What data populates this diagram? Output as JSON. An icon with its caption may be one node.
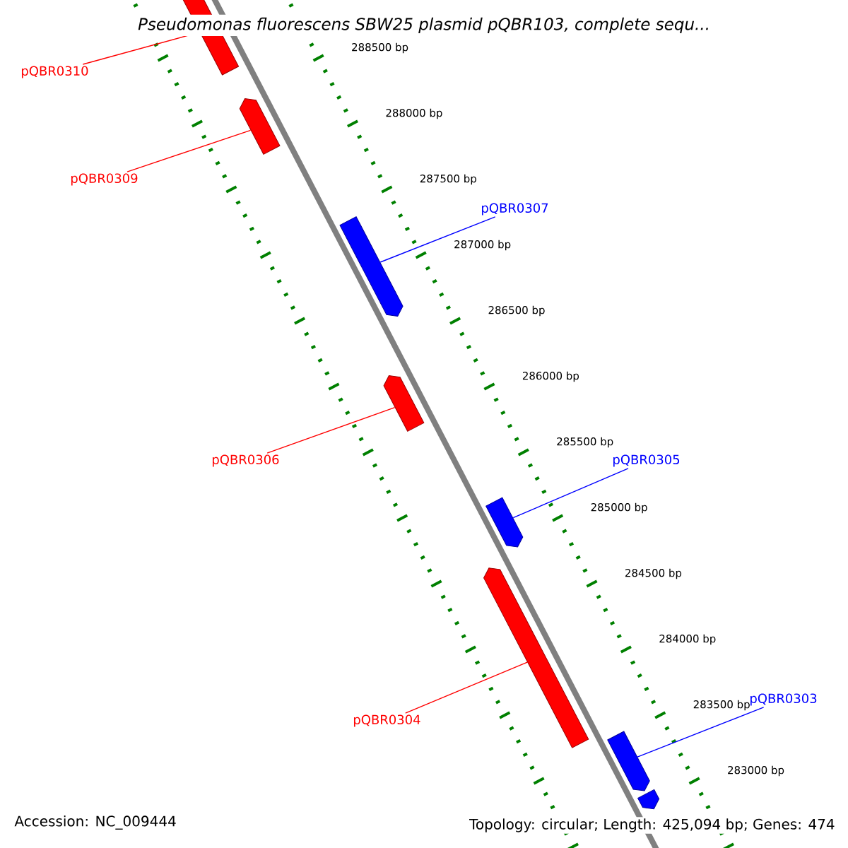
{
  "diagram": {
    "title": "Pseudomonas fluorescens SBW25 plasmid pQBR103, complete sequ...",
    "nodes": [
      {
        "text": [
          "pQBR0310"
        ]
      },
      {
        "text": [],
        "shape": "arrow"
      },
      {
        "text": [
          "pQBR0309"
        ]
      },
      {
        "text": [],
        "shape": "arrow"
      },
      {
        "text": [
          "pQBR0307"
        ]
      },
      {
        "text": [],
        "shape": "arrow"
      },
      {
        "text": [
          "pQBR0306"
        ]
      },
      {
        "text": [],
        "shape": "arrow"
      },
      {
        "text": [
          "pQBR0305"
        ]
      },
      {
        "text": [],
        "shape": "arrow"
      },
      {
        "text": [
          "pQBR0304"
        ]
      },
      {
        "text": [],
        "shape": "arrow"
      },
      {
        "text": [
          "pQBR0303"
        ]
      },
      {
        "text": [],
        "shape": "arrow"
      },
      {
        "text": [],
        "shape": "arrow"
      }
    ],
    "edges": [
      {
        "from": 0,
        "to": 1,
        "arrow": "none"
      },
      {
        "from": 2,
        "to": 3,
        "arrow": "none"
      },
      {
        "from": 4,
        "to": 5,
        "arrow": "none",
        "color": "#0000ff"
      },
      {
        "from": 6,
        "to": 7,
        "arrow": "none"
      },
      {
        "from": 8,
        "to": 9,
        "arrow": "none",
        "color": "#0000ff"
      },
      {
        "from": 10,
        "to": 11,
        "arrow": "none"
      },
      {
        "from": 12,
        "to": 13,
        "arrow": "none",
        "color": "#0000ff"
      }
    ],
    "labels": [
      "288500 bp",
      "288000 bp",
      "287500 bp",
      "287000 bp",
      "286500 bp",
      "286000 bp",
      "285500 bp",
      "285000 bp",
      "284500 bp",
      "284000 bp",
      "283500 bp",
      "283000 bp",
      "Accession: NC_009444",
      "Topology: circular; Length: 425,094 bp; Genes: 474"
    ]
  }
}
